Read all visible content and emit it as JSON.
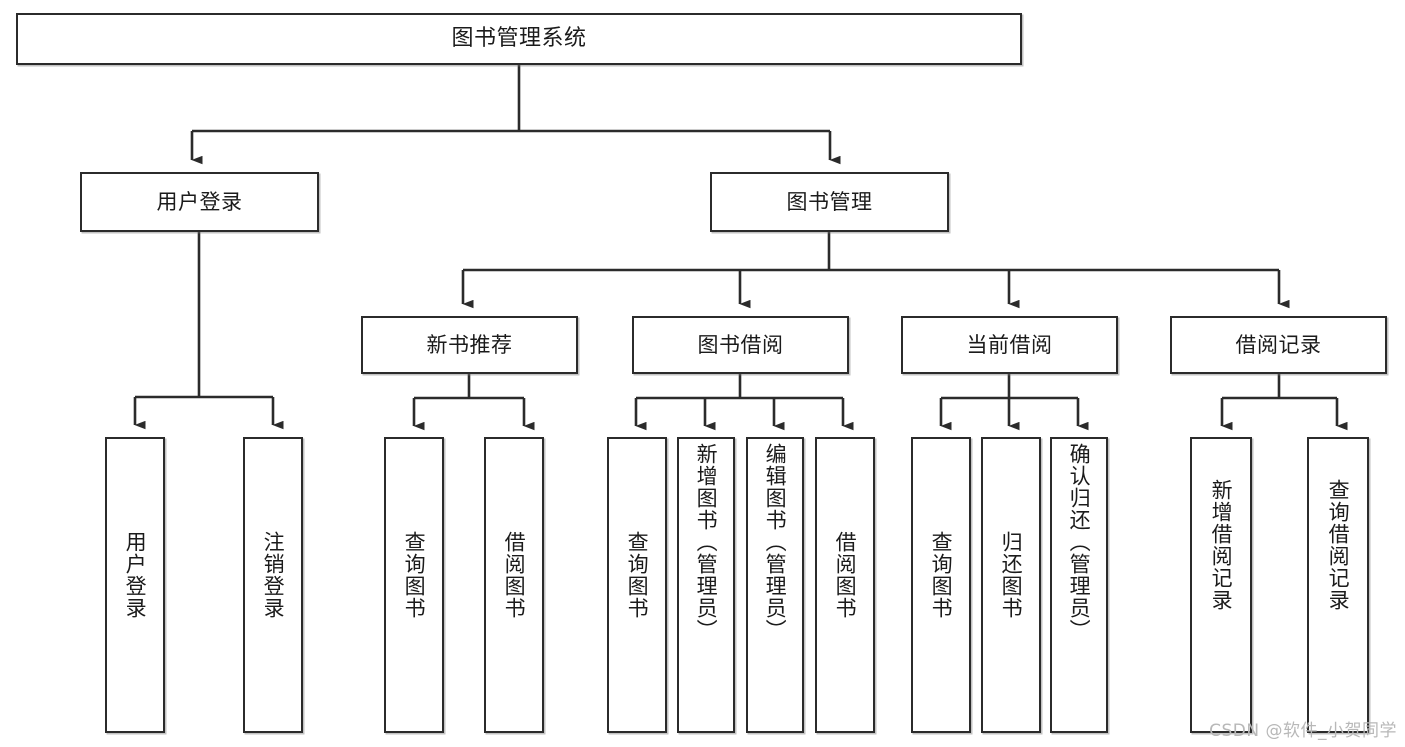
{
  "diagram": {
    "type": "tree-hierarchy",
    "title": "图书管理系统",
    "orientation": "top-down",
    "levels": 4,
    "watermark": "CSDN @软件_小贺同学"
  },
  "nodes": {
    "root": {
      "label": "图书管理系统",
      "level": 0
    },
    "l1": [
      {
        "id": "user-login",
        "label": "用户登录",
        "level": 1
      },
      {
        "id": "book-manage",
        "label": "图书管理",
        "level": 1
      }
    ],
    "l2": [
      {
        "id": "new-book-rec",
        "label": "新书推荐",
        "level": 2,
        "parent": "book-manage"
      },
      {
        "id": "book-borrow",
        "label": "图书借阅",
        "level": 2,
        "parent": "book-manage"
      },
      {
        "id": "current-borrow",
        "label": "当前借阅",
        "level": 2,
        "parent": "book-manage"
      },
      {
        "id": "borrow-record",
        "label": "借阅记录",
        "level": 2,
        "parent": "book-manage"
      }
    ],
    "leaves": [
      {
        "id": "leaf-user-login",
        "label": "用户登录",
        "parent": "user-login"
      },
      {
        "id": "leaf-user-logout",
        "label": "注销登录",
        "parent": "user-login"
      },
      {
        "id": "leaf-rec-query",
        "label": "查询图书",
        "parent": "new-book-rec"
      },
      {
        "id": "leaf-rec-borrow",
        "label": "借阅图书",
        "parent": "new-book-rec"
      },
      {
        "id": "leaf-borrow-query",
        "label": "查询图书",
        "parent": "book-borrow"
      },
      {
        "id": "leaf-borrow-add",
        "label": "新增图书（管理员）",
        "parent": "book-borrow"
      },
      {
        "id": "leaf-borrow-edit",
        "label": "编辑图书（管理员）",
        "parent": "book-borrow"
      },
      {
        "id": "leaf-borrow-lend",
        "label": "借阅图书",
        "parent": "book-borrow"
      },
      {
        "id": "leaf-cur-query",
        "label": "查询图书",
        "parent": "current-borrow"
      },
      {
        "id": "leaf-cur-return",
        "label": "归还图书",
        "parent": "current-borrow"
      },
      {
        "id": "leaf-cur-confirm",
        "label": "确认归还（管理员）",
        "parent": "current-borrow"
      },
      {
        "id": "leaf-rec-add",
        "label": "新增借阅记录",
        "parent": "borrow-record"
      },
      {
        "id": "leaf-rec-query2",
        "label": "查询借阅记录",
        "parent": "borrow-record"
      }
    ]
  },
  "colors": {
    "stroke": "#2b2b2b",
    "fill": "#ffffff",
    "text": "#1b1b1b",
    "watermark": "#b8b8b8"
  }
}
